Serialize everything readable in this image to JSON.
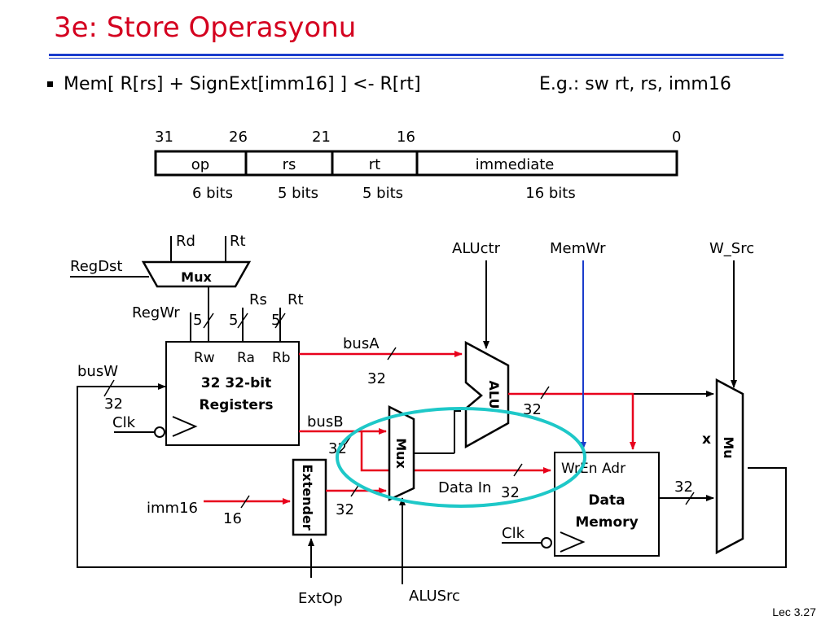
{
  "slide": {
    "title": "3e: Store Operasyonu",
    "bullet": "Mem[ R[rs] + SignExt[imm16] ] <- R[rt]",
    "example": "E.g.: sw  rt, rs, imm16",
    "footer": "Lec 3.27"
  },
  "instruction_format": {
    "bit_positions": [
      "31",
      "26",
      "21",
      "16",
      "0"
    ],
    "fields": [
      "op",
      "rs",
      "rt",
      "immediate"
    ],
    "widths": [
      "6 bits",
      "5 bits",
      "5 bits",
      "16 bits"
    ]
  },
  "datapath": {
    "regdst_mux": {
      "label": "Mux",
      "ctrl": "RegDst",
      "in_rd": "Rd",
      "in_rt": "Rt"
    },
    "reg_inputs": {
      "rs": "Rs",
      "rt": "Rt",
      "five": "5"
    },
    "regwr": "RegWr",
    "register_file": {
      "ports": [
        "Rw",
        "Ra",
        "Rb"
      ],
      "title_line1": "32 32-bit",
      "title_line2": "Registers",
      "busw": "busW",
      "clk": "Clk"
    },
    "buses": {
      "busa": "busA",
      "busb": "busB",
      "width": "32",
      "width16": "16"
    },
    "extender": {
      "label": "Extender",
      "input": "imm16",
      "ctrl": "ExtOp"
    },
    "alusrc_mux": {
      "label": "Mux",
      "ctrl": "ALUSrc"
    },
    "alu": {
      "label": "ALU",
      "ctrl": "ALUctr"
    },
    "memory": {
      "ports": "WrEn Adr",
      "title_line1": "Data",
      "title_line2": "Memory",
      "data_in": "Data In",
      "ctrl": "MemWr",
      "clk": "Clk"
    },
    "wb_mux": {
      "label_top": "Mu",
      "label_bottom": "x",
      "ctrl": "W_Src"
    }
  },
  "colors": {
    "title": "#d4001f",
    "rule": "#1a3ccc",
    "red_bus": "#e8001c",
    "blue_wire": "#1a3ccc",
    "highlight_ellipse": "#1ec8c8"
  }
}
